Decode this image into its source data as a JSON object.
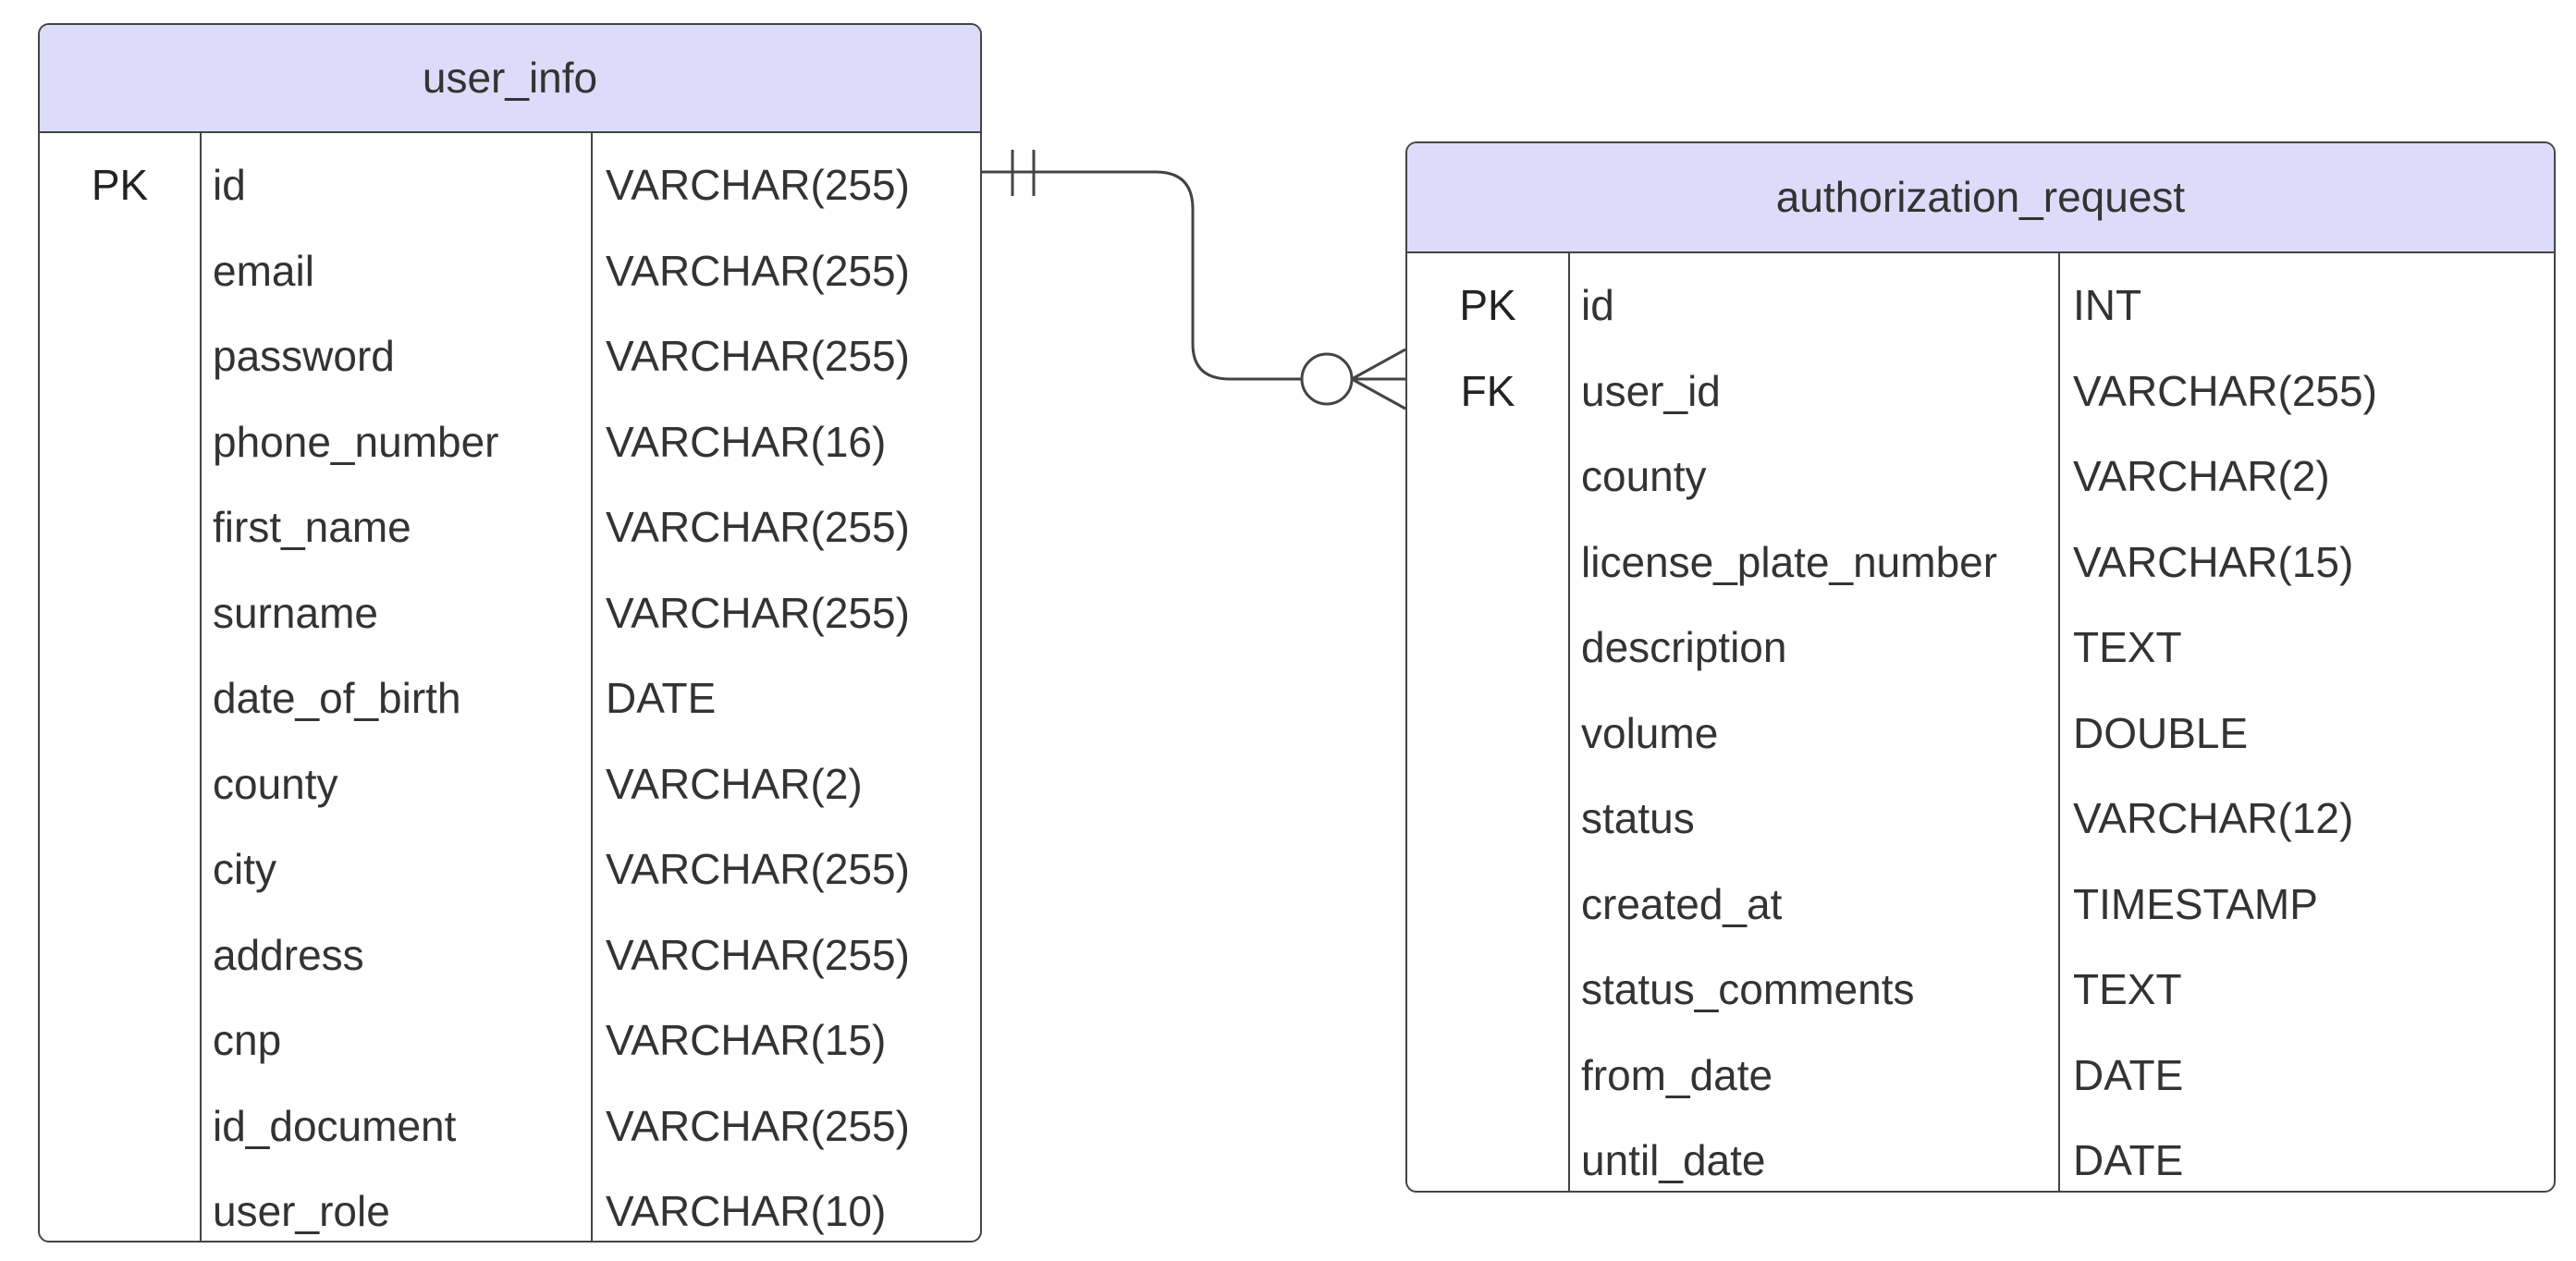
{
  "entities": [
    {
      "title": "user_info",
      "columns": [
        {
          "key": "PK",
          "name": "id",
          "type": "VARCHAR(255)"
        },
        {
          "key": "",
          "name": "email",
          "type": "VARCHAR(255)"
        },
        {
          "key": "",
          "name": "password",
          "type": "VARCHAR(255)"
        },
        {
          "key": "",
          "name": "phone_number",
          "type": "VARCHAR(16)"
        },
        {
          "key": "",
          "name": "first_name",
          "type": "VARCHAR(255)"
        },
        {
          "key": "",
          "name": "surname",
          "type": "VARCHAR(255)"
        },
        {
          "key": "",
          "name": "date_of_birth",
          "type": "DATE"
        },
        {
          "key": "",
          "name": "county",
          "type": "VARCHAR(2)"
        },
        {
          "key": "",
          "name": "city",
          "type": "VARCHAR(255)"
        },
        {
          "key": "",
          "name": "address",
          "type": "VARCHAR(255)"
        },
        {
          "key": "",
          "name": "cnp",
          "type": "VARCHAR(15)"
        },
        {
          "key": "",
          "name": "id_document",
          "type": "VARCHAR(255)"
        },
        {
          "key": "",
          "name": "user_role",
          "type": "VARCHAR(10)"
        }
      ]
    },
    {
      "title": "authorization_request",
      "columns": [
        {
          "key": "PK",
          "name": "id",
          "type": "INT"
        },
        {
          "key": "FK",
          "name": "user_id",
          "type": "VARCHAR(255)"
        },
        {
          "key": "",
          "name": "county",
          "type": "VARCHAR(2)"
        },
        {
          "key": "",
          "name": "license_plate_number",
          "type": "VARCHAR(15)"
        },
        {
          "key": "",
          "name": "description",
          "type": "TEXT"
        },
        {
          "key": "",
          "name": "volume",
          "type": "DOUBLE"
        },
        {
          "key": "",
          "name": "status",
          "type": "VARCHAR(12)"
        },
        {
          "key": "",
          "name": "created_at",
          "type": "TIMESTAMP"
        },
        {
          "key": "",
          "name": "status_comments",
          "type": "TEXT"
        },
        {
          "key": "",
          "name": "from_date",
          "type": "DATE"
        },
        {
          "key": "",
          "name": "until_date",
          "type": "DATE"
        }
      ]
    }
  ],
  "relationship": {
    "from": "user_info.id",
    "to": "authorization_request.user_id",
    "from_cardinality": "exactly-one",
    "to_cardinality": "zero-or-many"
  },
  "colors": {
    "header_fill": "#dcdcfa",
    "border": "#444444",
    "text": "#333333"
  }
}
